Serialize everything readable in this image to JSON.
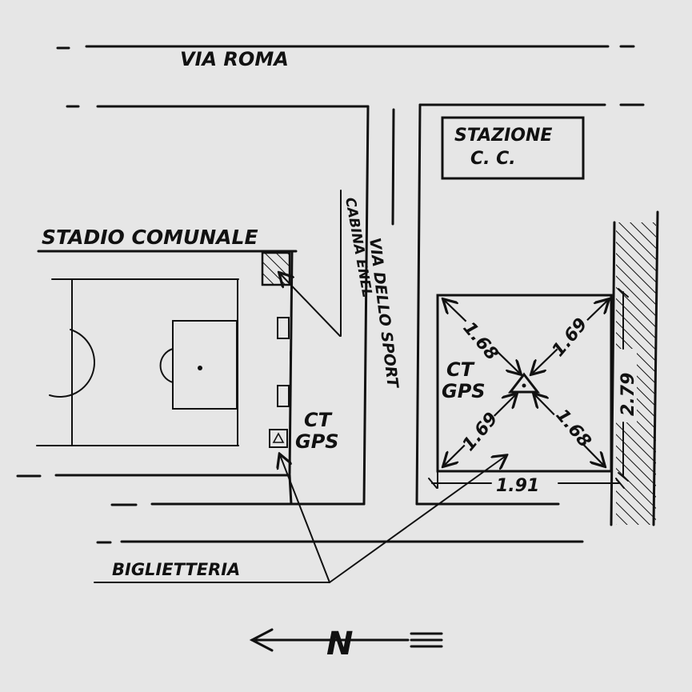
{
  "labels": {
    "via_roma": "VIA ROMA",
    "stazione_line1": "STAZIONE",
    "stazione_line2": "C. C.",
    "stadio": "STADIO COMUNALE",
    "cabina": "CABINA ENEL",
    "via_sport": "VIA DELLO SPORT",
    "ct_gps_left_line1": "CT",
    "ct_gps_left_line2": "GPS",
    "ct_gps_right_line1": "CT",
    "ct_gps_right_line2": "GPS",
    "biglietteria": "BIGLIETTERIA",
    "north": "N"
  },
  "dimensions": {
    "d_top_left": "1.68",
    "d_top_right": "1.69",
    "d_bottom_left": "1.69",
    "d_bottom_right": "1.68",
    "d_bottom_width": "1.91",
    "d_right_height": "2.79"
  }
}
